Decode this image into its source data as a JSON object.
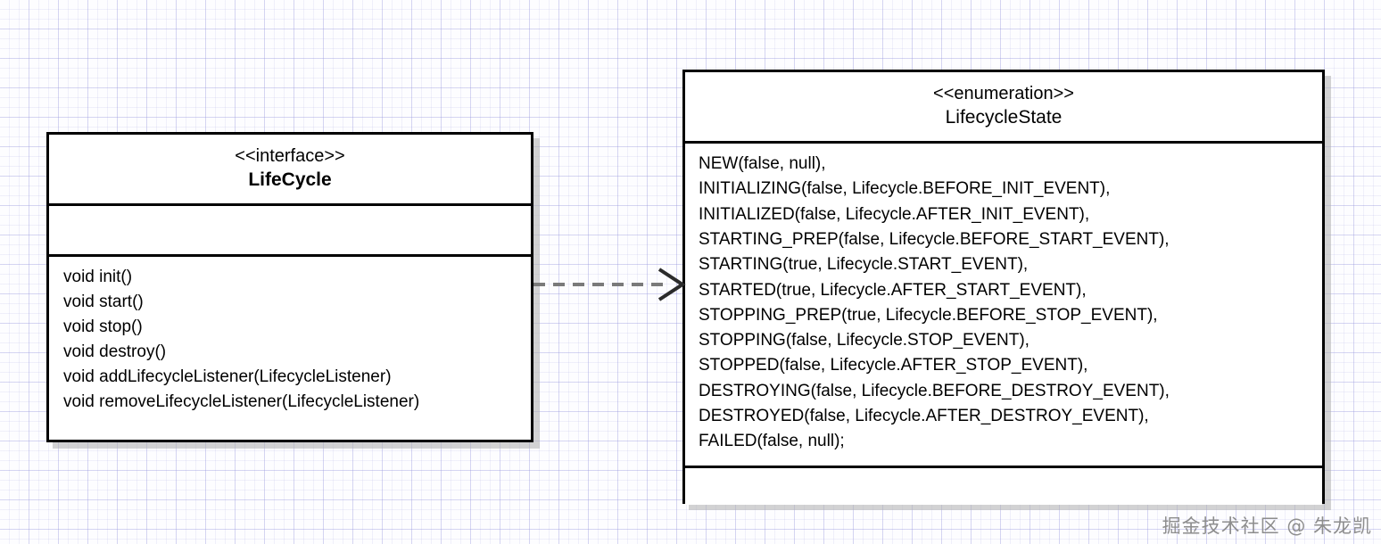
{
  "diagram": {
    "type": "uml-class-diagram",
    "background": {
      "grid": "graph-paper",
      "grid_color": "#9696dc",
      "page_color": "#fdfdff"
    },
    "watermark": "掘金技术社区 @ 朱龙凯"
  },
  "interface_box": {
    "stereotype": "<<interface>>",
    "name": "LifeCycle",
    "attributes": [],
    "methods": [
      "void init()",
      "void start()",
      "void stop()",
      "void destroy()",
      "void addLifecycleListener(LifecycleListener)",
      "void removeLifecycleListener(LifecycleListener)"
    ]
  },
  "enumeration_box": {
    "stereotype": "<<enumeration>>",
    "name": "LifecycleState",
    "constants": [
      "NEW(false, null),",
      "INITIALIZING(false, Lifecycle.BEFORE_INIT_EVENT),",
      "INITIALIZED(false, Lifecycle.AFTER_INIT_EVENT),",
      "STARTING_PREP(false, Lifecycle.BEFORE_START_EVENT),",
      "STARTING(true, Lifecycle.START_EVENT),",
      "STARTED(true, Lifecycle.AFTER_START_EVENT),",
      "STOPPING_PREP(true, Lifecycle.BEFORE_STOP_EVENT),",
      "STOPPING(false, Lifecycle.STOP_EVENT),",
      "STOPPED(false, Lifecycle.AFTER_STOP_EVENT),",
      "DESTROYING(false, Lifecycle.BEFORE_DESTROY_EVENT),",
      "DESTROYED(false, Lifecycle.AFTER_DESTROY_EVENT),",
      "FAILED(false, null);"
    ],
    "methods": []
  },
  "connector": {
    "kind": "dependency",
    "line_style": "dashed",
    "arrowhead": "open-v",
    "color": "#7a7a7a",
    "arrow_color": "#2b2b2b",
    "from": "LifeCycle",
    "to": "LifecycleState"
  }
}
